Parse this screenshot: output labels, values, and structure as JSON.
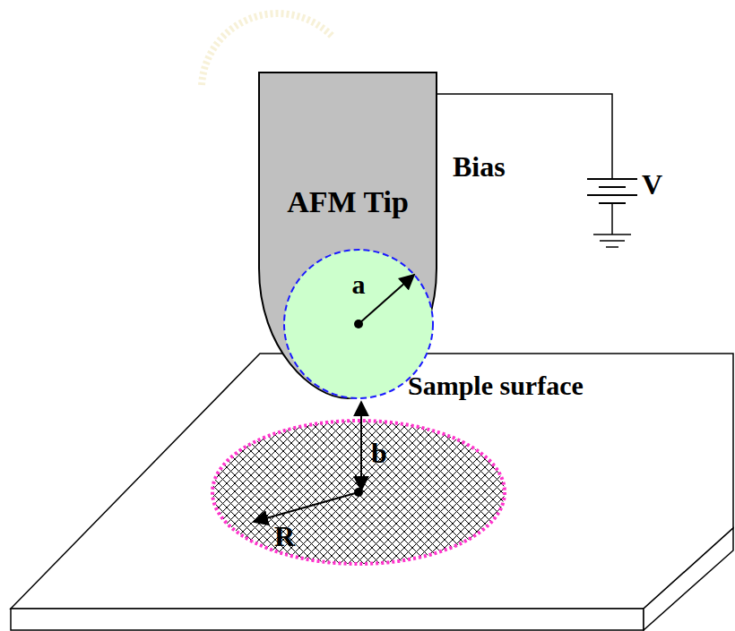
{
  "diagram": {
    "nodes": [
      {
        "text": [
          "AFM Tip"
        ]
      },
      {
        "text": [
          "a"
        ]
      },
      {
        "text": [
          "R"
        ]
      }
    ],
    "labels": [
      "Bias",
      "V",
      "Sample surface",
      "b"
    ]
  }
}
